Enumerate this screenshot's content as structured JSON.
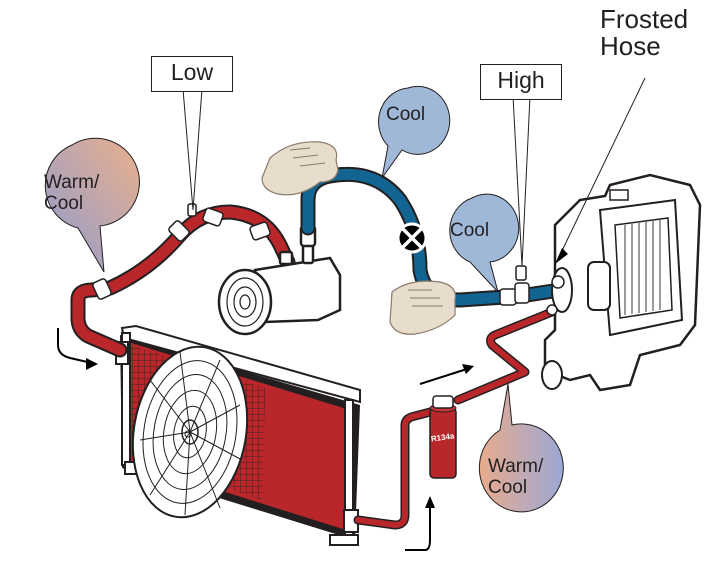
{
  "title": "A/C system temperature check diagram",
  "labels": {
    "low": "Low",
    "high": "High",
    "frosted_hose_line1": "Frosted",
    "frosted_hose_line2": "Hose"
  },
  "bubbles": [
    {
      "id": "warm-cool-left",
      "line1": "Warm/",
      "line2": "Cool",
      "style": "warm-cool"
    },
    {
      "id": "cool-top",
      "line1": "Cool",
      "line2": "",
      "style": "cool"
    },
    {
      "id": "cool-middle",
      "line1": "Cool",
      "line2": "",
      "style": "cool"
    },
    {
      "id": "warm-cool-right",
      "line1": "Warm/",
      "line2": "Cool",
      "style": "warm-cool"
    }
  ],
  "components": {
    "drier_label": "R134a",
    "compressor": "compressor",
    "condenser": "condenser with fan",
    "evaporator": "evaporator",
    "orifice": "restriction symbol"
  },
  "colors": {
    "hot_line": "#b9272a",
    "cold_line": "#126592",
    "cool_bubble": "#9fb8d8",
    "warm_bubble_a": "#e2aa90",
    "warm_bubble_b": "#9aa1cc",
    "hand": "#e8dccc",
    "outline": "#231f20"
  }
}
